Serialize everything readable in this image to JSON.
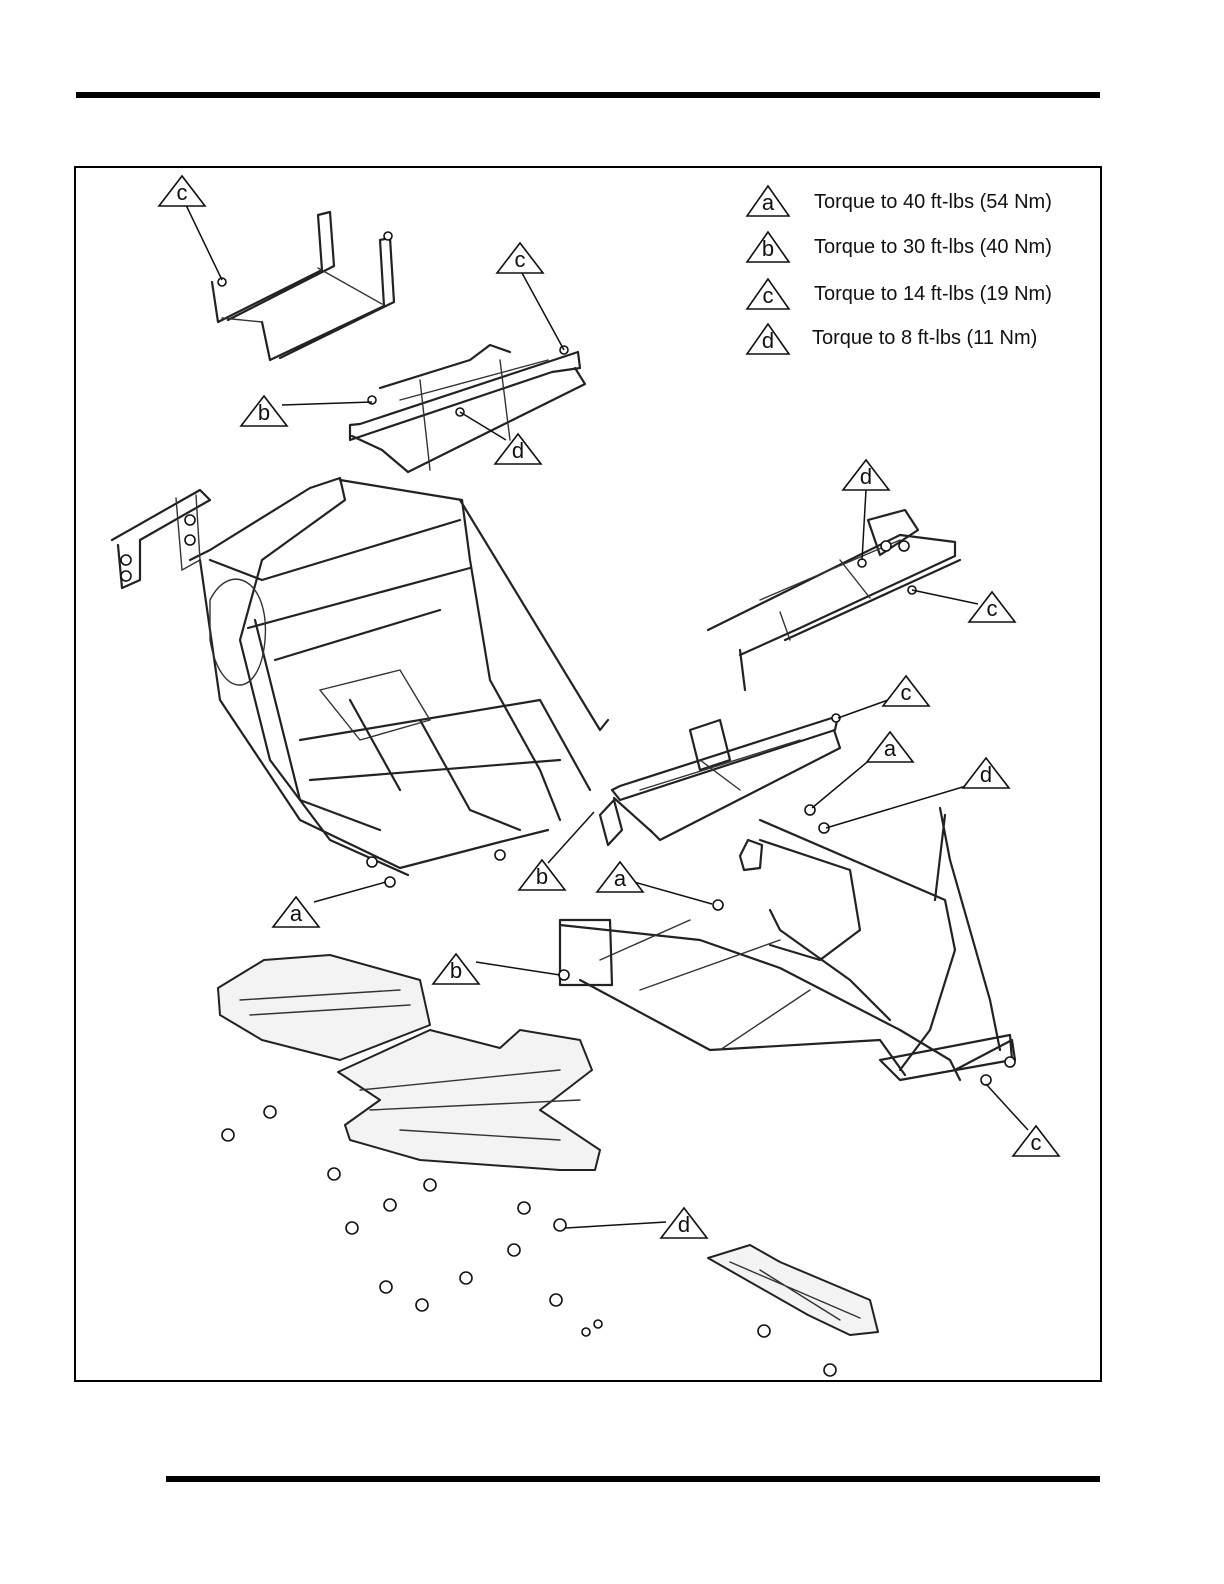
{
  "legend": [
    {
      "letter": "a",
      "text": "Torque to 40 ft-lbs (54 Nm)"
    },
    {
      "letter": "b",
      "text": "Torque to 30 ft-lbs (40 Nm)"
    },
    {
      "letter": "c",
      "text": "Torque to 14 ft-lbs (19 Nm)"
    },
    {
      "letter": "d",
      "text": "Torque to 8 ft-lbs (11 Nm)"
    }
  ],
  "callouts": {
    "c1": "c",
    "c2": "c",
    "c3": "c",
    "c4": "c",
    "c5": "c",
    "b1": "b",
    "b2": "b",
    "b3": "b",
    "a1": "a",
    "a2": "a",
    "a3": "a",
    "d1": "d",
    "d2": "d",
    "d3": "d",
    "d4": "d"
  }
}
